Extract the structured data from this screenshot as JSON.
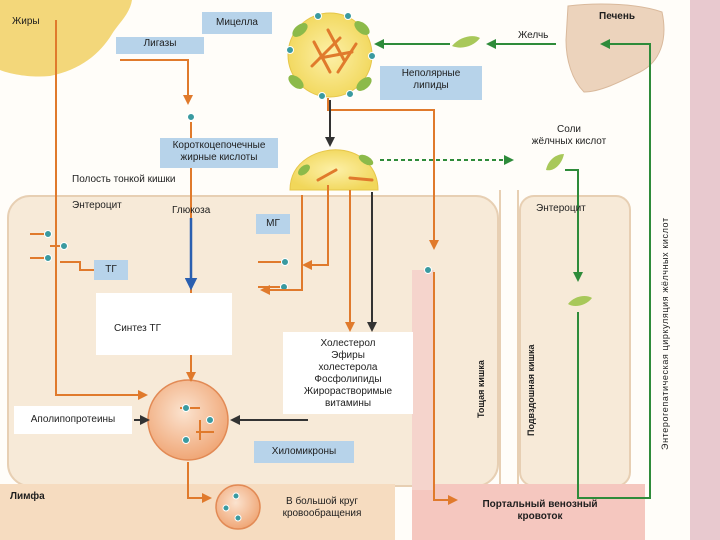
{
  "colors": {
    "fat": "#f3d77a",
    "enterocyte_bg": "#f7ead8",
    "liver": "#ecd3bc",
    "label_box": "#b7d3ea",
    "arrow_orange": "#e07a2c",
    "arrow_green": "#2e8b3a",
    "arrow_dark": "#333333",
    "arrow_blue": "#2a5fb0",
    "lymph": "#f6dcc0",
    "portal": "#f5c7bf",
    "side_strip": "#e8c9cf"
  },
  "labels": {
    "fats": "Жиры",
    "lipases": "Лигазы",
    "micelle": "Мицелла",
    "nonpolar_lipids": "Неполярные\nлипиды",
    "bile": "Желчь",
    "liver": "Печень",
    "short_chain_fa": "Короткоцепочечные\nжирные кислоты",
    "intestine_cavity": "Полость тонкой кишки",
    "bile_salts": "Соли\nжёлчных кислот",
    "enterocyte_left": "Энтероцит",
    "glucose": "Глюкоза",
    "mg": "МГ",
    "enterocyte_right": "Энтероцит",
    "tg": "ТГ",
    "tg_synthesis": "Синтез ТГ",
    "products": "Холестерол\nЭфиры\nхолестерола\nФосфолипиды\nЖирорастворимые\nвитамины",
    "jejunum": "Тощая кишка",
    "ileum": "Подвздошная кишка",
    "enterohepatic": "Энтерогепатическая циркуляция жёлчных кислот",
    "apolipoproteins": "Аполипопротеины",
    "chylomicrons": "Хиломикроны",
    "lymph": "Лимфа",
    "systemic": "В большой круг\nкровообращения",
    "portal": "Портальный венозный\nкровоток"
  }
}
